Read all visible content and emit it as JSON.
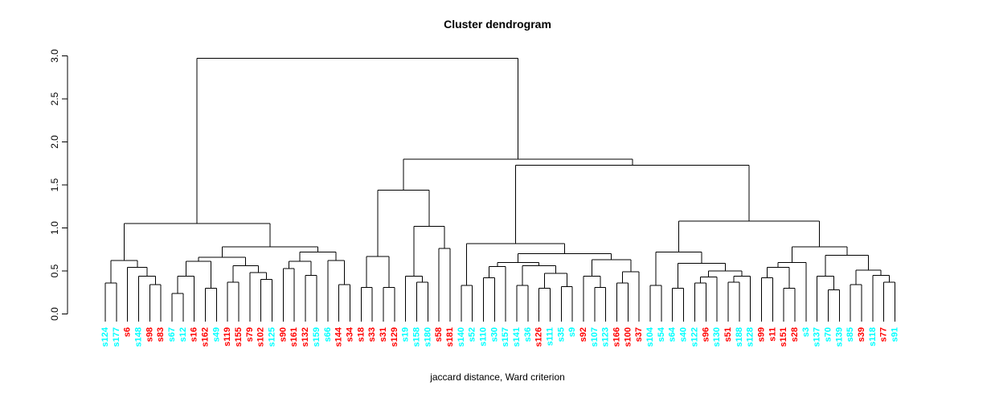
{
  "figure": {
    "title": "Cluster dendrogram",
    "xlabel": "jaccard distance, Ward criterion"
  },
  "chart_data": {
    "type": "dendrogram",
    "title": "Cluster dendrogram",
    "xlabel": "jaccard distance, Ward criterion",
    "ylabel": "",
    "ylim": [
      0,
      3
    ],
    "y_ticks": [
      "0.0",
      "0.5",
      "1.0",
      "1.5",
      "2.0",
      "2.5",
      "3.0"
    ],
    "grid": "off",
    "legend": "none",
    "n_leaves": 72,
    "line_color": "#000000",
    "label_colors": {
      "cyan": "#00FFFF",
      "red": "#FF0000"
    },
    "leaves": [
      {
        "label": "s124",
        "color": "cyan"
      },
      {
        "label": "s177",
        "color": "cyan"
      },
      {
        "label": "s6",
        "color": "red"
      },
      {
        "label": "s148",
        "color": "cyan"
      },
      {
        "label": "s98",
        "color": "red"
      },
      {
        "label": "s83",
        "color": "red"
      },
      {
        "label": "s67",
        "color": "cyan"
      },
      {
        "label": "s12",
        "color": "cyan"
      },
      {
        "label": "s16",
        "color": "red"
      },
      {
        "label": "s162",
        "color": "red"
      },
      {
        "label": "s49",
        "color": "cyan"
      },
      {
        "label": "s119",
        "color": "red"
      },
      {
        "label": "s155",
        "color": "red"
      },
      {
        "label": "s79",
        "color": "red"
      },
      {
        "label": "s102",
        "color": "red"
      },
      {
        "label": "s125",
        "color": "cyan"
      },
      {
        "label": "s90",
        "color": "red"
      },
      {
        "label": "s161",
        "color": "red"
      },
      {
        "label": "s132",
        "color": "red"
      },
      {
        "label": "s159",
        "color": "cyan"
      },
      {
        "label": "s66",
        "color": "cyan"
      },
      {
        "label": "s144",
        "color": "red"
      },
      {
        "label": "s34",
        "color": "red"
      },
      {
        "label": "s18",
        "color": "red"
      },
      {
        "label": "s33",
        "color": "red"
      },
      {
        "label": "s31",
        "color": "red"
      },
      {
        "label": "s129",
        "color": "red"
      },
      {
        "label": "s19",
        "color": "cyan"
      },
      {
        "label": "s158",
        "color": "cyan"
      },
      {
        "label": "s180",
        "color": "cyan"
      },
      {
        "label": "s58",
        "color": "red"
      },
      {
        "label": "s181",
        "color": "red"
      },
      {
        "label": "s140",
        "color": "cyan"
      },
      {
        "label": "s52",
        "color": "cyan"
      },
      {
        "label": "s110",
        "color": "cyan"
      },
      {
        "label": "s30",
        "color": "cyan"
      },
      {
        "label": "s157",
        "color": "cyan"
      },
      {
        "label": "s141",
        "color": "cyan"
      },
      {
        "label": "s36",
        "color": "cyan"
      },
      {
        "label": "s126",
        "color": "red"
      },
      {
        "label": "s111",
        "color": "cyan"
      },
      {
        "label": "s35",
        "color": "cyan"
      },
      {
        "label": "s9",
        "color": "cyan"
      },
      {
        "label": "s92",
        "color": "red"
      },
      {
        "label": "s107",
        "color": "cyan"
      },
      {
        "label": "s123",
        "color": "cyan"
      },
      {
        "label": "s166",
        "color": "red"
      },
      {
        "label": "s100",
        "color": "red"
      },
      {
        "label": "s37",
        "color": "red"
      },
      {
        "label": "s104",
        "color": "cyan"
      },
      {
        "label": "s54",
        "color": "cyan"
      },
      {
        "label": "s64",
        "color": "cyan"
      },
      {
        "label": "s40",
        "color": "cyan"
      },
      {
        "label": "s122",
        "color": "cyan"
      },
      {
        "label": "s96",
        "color": "red"
      },
      {
        "label": "s130",
        "color": "cyan"
      },
      {
        "label": "s51",
        "color": "red"
      },
      {
        "label": "s188",
        "color": "cyan"
      },
      {
        "label": "s128",
        "color": "cyan"
      },
      {
        "label": "s99",
        "color": "red"
      },
      {
        "label": "s11",
        "color": "red"
      },
      {
        "label": "s151",
        "color": "red"
      },
      {
        "label": "s28",
        "color": "red"
      },
      {
        "label": "s3",
        "color": "cyan"
      },
      {
        "label": "s137",
        "color": "cyan"
      },
      {
        "label": "s70",
        "color": "cyan"
      },
      {
        "label": "s139",
        "color": "cyan"
      },
      {
        "label": "s85",
        "color": "cyan"
      },
      {
        "label": "s39",
        "color": "red"
      },
      {
        "label": "s118",
        "color": "cyan"
      },
      {
        "label": "s77",
        "color": "red"
      },
      {
        "label": "s91",
        "color": "cyan"
      }
    ],
    "tree": {
      "h": 2.97,
      "c": [
        {
          "h": 1.05,
          "c": [
            {
              "h": 0.62,
              "c": [
                {
                  "h": 0.36,
                  "c": [
                    "s124",
                    "s177"
                  ]
                },
                {
                  "h": 0.54,
                  "c": [
                    "s6",
                    {
                      "h": 0.44,
                      "c": [
                        "s148",
                        {
                          "h": 0.34,
                          "c": [
                            "s98",
                            "s83"
                          ]
                        }
                      ]
                    }
                  ]
                }
              ]
            },
            {
              "h": 0.78,
              "c": [
                {
                  "h": 0.66,
                  "c": [
                    {
                      "h": 0.61,
                      "c": [
                        {
                          "h": 0.44,
                          "c": [
                            {
                              "h": 0.24,
                              "c": [
                                "s67",
                                "s12"
                              ]
                            },
                            "s16"
                          ]
                        },
                        {
                          "h": 0.3,
                          "c": [
                            "s162",
                            "s49"
                          ]
                        }
                      ]
                    },
                    {
                      "h": 0.56,
                      "c": [
                        {
                          "h": 0.37,
                          "c": [
                            "s119",
                            "s155"
                          ]
                        },
                        {
                          "h": 0.48,
                          "c": [
                            "s79",
                            {
                              "h": 0.4,
                              "c": [
                                "s102",
                                "s125"
                              ]
                            }
                          ]
                        }
                      ]
                    }
                  ]
                },
                {
                  "h": 0.72,
                  "c": [
                    {
                      "h": 0.61,
                      "c": [
                        {
                          "h": 0.53,
                          "c": [
                            "s90",
                            "s161"
                          ]
                        },
                        {
                          "h": 0.45,
                          "c": [
                            "s132",
                            "s159"
                          ]
                        }
                      ]
                    },
                    {
                      "h": 0.62,
                      "c": [
                        "s66",
                        {
                          "h": 0.34,
                          "c": [
                            "s144",
                            "s34"
                          ]
                        }
                      ]
                    }
                  ]
                }
              ]
            }
          ]
        },
        {
          "h": 1.8,
          "c": [
            {
              "h": 1.44,
              "c": [
                {
                  "h": 0.67,
                  "c": [
                    {
                      "h": 0.31,
                      "c": [
                        "s18",
                        "s33"
                      ]
                    },
                    {
                      "h": 0.31,
                      "c": [
                        "s31",
                        "s129"
                      ]
                    }
                  ]
                },
                {
                  "h": 1.02,
                  "c": [
                    {
                      "h": 0.44,
                      "c": [
                        "s19",
                        {
                          "h": 0.37,
                          "c": [
                            "s158",
                            "s180"
                          ]
                        }
                      ]
                    },
                    {
                      "h": 0.76,
                      "c": [
                        "s58",
                        "s181"
                      ]
                    }
                  ]
                }
              ]
            },
            {
              "h": 1.73,
              "c": [
                {
                  "h": 0.82,
                  "c": [
                    {
                      "h": 0.33,
                      "c": [
                        "s140",
                        "s52"
                      ]
                    },
                    {
                      "h": 0.7,
                      "c": [
                        {
                          "h": 0.6,
                          "c": [
                            {
                              "h": 0.55,
                              "c": [
                                {
                                  "h": 0.42,
                                  "c": [
                                    "s110",
                                    "s30"
                                  ]
                                },
                                "s157"
                              ]
                            },
                            {
                              "h": 0.56,
                              "c": [
                                {
                                  "h": 0.33,
                                  "c": [
                                    "s141",
                                    "s36"
                                  ]
                                },
                                {
                                  "h": 0.47,
                                  "c": [
                                    {
                                      "h": 0.3,
                                      "c": [
                                        "s126",
                                        "s111"
                                      ]
                                    },
                                    {
                                      "h": 0.32,
                                      "c": [
                                        "s35",
                                        "s9"
                                      ]
                                    }
                                  ]
                                }
                              ]
                            }
                          ]
                        },
                        {
                          "h": 0.63,
                          "c": [
                            {
                              "h": 0.44,
                              "c": [
                                "s92",
                                {
                                  "h": 0.31,
                                  "c": [
                                    "s107",
                                    "s123"
                                  ]
                                }
                              ]
                            },
                            {
                              "h": 0.49,
                              "c": [
                                {
                                  "h": 0.36,
                                  "c": [
                                    "s166",
                                    "s100"
                                  ]
                                },
                                "s37"
                              ]
                            }
                          ]
                        }
                      ]
                    }
                  ]
                },
                {
                  "h": 1.08,
                  "c": [
                    {
                      "h": 0.72,
                      "c": [
                        {
                          "h": 0.33,
                          "c": [
                            "s104",
                            "s54"
                          ]
                        },
                        {
                          "h": 0.59,
                          "c": [
                            {
                              "h": 0.3,
                              "c": [
                                "s64",
                                "s40"
                              ]
                            },
                            {
                              "h": 0.5,
                              "c": [
                                {
                                  "h": 0.43,
                                  "c": [
                                    {
                                      "h": 0.36,
                                      "c": [
                                        "s122",
                                        "s96"
                                      ]
                                    },
                                    "s130"
                                  ]
                                },
                                {
                                  "h": 0.44,
                                  "c": [
                                    {
                                      "h": 0.37,
                                      "c": [
                                        "s51",
                                        "s188"
                                      ]
                                    },
                                    "s128"
                                  ]
                                }
                              ]
                            }
                          ]
                        }
                      ]
                    },
                    {
                      "h": 0.78,
                      "c": [
                        {
                          "h": 0.6,
                          "c": [
                            {
                              "h": 0.54,
                              "c": [
                                {
                                  "h": 0.42,
                                  "c": [
                                    "s99",
                                    "s11"
                                  ]
                                },
                                {
                                  "h": 0.3,
                                  "c": [
                                    "s151",
                                    "s28"
                                  ]
                                }
                              ]
                            },
                            "s3"
                          ]
                        },
                        {
                          "h": 0.68,
                          "c": [
                            {
                              "h": 0.44,
                              "c": [
                                "s137",
                                {
                                  "h": 0.28,
                                  "c": [
                                    "s70",
                                    "s139"
                                  ]
                                }
                              ]
                            },
                            {
                              "h": 0.51,
                              "c": [
                                {
                                  "h": 0.34,
                                  "c": [
                                    "s85",
                                    "s39"
                                  ]
                                },
                                {
                                  "h": 0.45,
                                  "c": [
                                    "s118",
                                    {
                                      "h": 0.37,
                                      "c": [
                                        "s77",
                                        "s91"
                                      ]
                                    }
                                  ]
                                }
                              ]
                            }
                          ]
                        }
                      ]
                    }
                  ]
                }
              ]
            }
          ]
        }
      ]
    }
  }
}
